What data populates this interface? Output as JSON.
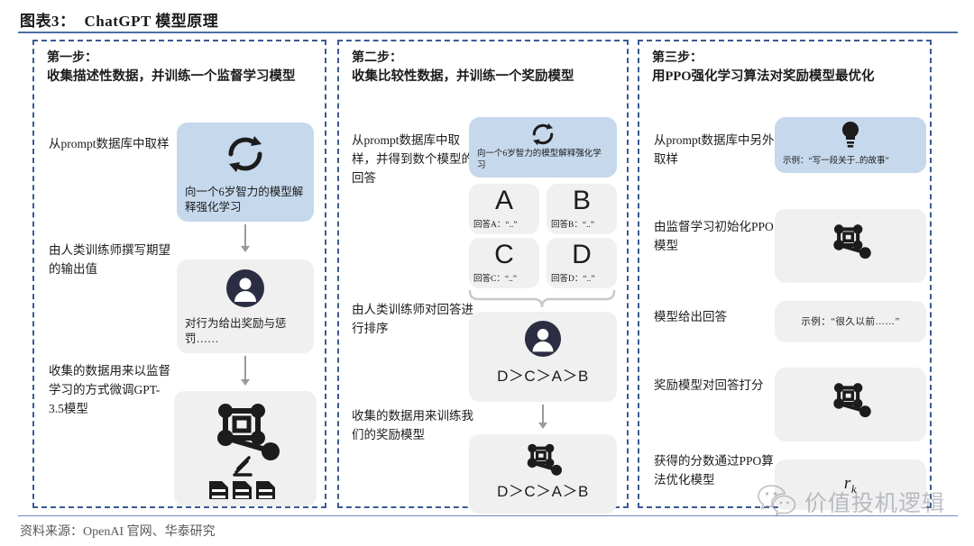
{
  "header": {
    "figure_label": "图表3：",
    "title": "ChatGPT 模型原理"
  },
  "footer": {
    "source": "资料来源：OpenAI 官网、华泰研究"
  },
  "watermark": {
    "icon": "wechat-icon",
    "text": "价值投机逻辑"
  },
  "colors": {
    "accent_blue": "#3a5a94",
    "rule_blue": "#4a6fa5",
    "card_blue": "#c5d8ec",
    "card_gray": "#f0f0f0",
    "dark_navy": "#2b2d42",
    "arrow_gray": "#9a9a9a"
  },
  "panels": [
    {
      "step": "第一步：",
      "desc": "收集描述性数据，并训练一个监督学习模型",
      "captions": [
        "从prompt数据库中取样",
        "由人类训练师撰写期望的输出值",
        "收集的数据用来以监督学习的方式微调GPT-3.5模型"
      ],
      "cards": [
        {
          "icon": "refresh-cycle-icon",
          "label": "向一个6岁智力的模型解释强化学习",
          "style": "blue"
        },
        {
          "icon": "person-icon",
          "label": "对行为给出奖励与惩罚……",
          "style": "gray"
        },
        {
          "icon": "model-node-edit-docs-icon",
          "label": "",
          "style": "gray"
        }
      ]
    },
    {
      "step": "第二步：",
      "desc": "收集比较性数据，并训练一个奖励模型",
      "captions": [
        "从prompt数据库中取样，并得到数个模型的回答",
        "由人类训练师对回答进行排序",
        "收集的数据用来训练我们的奖励模型"
      ],
      "cards": [
        {
          "icon": "refresh-cycle-icon",
          "label": "向一个6岁智力的模型解释强化学习",
          "style": "blue"
        },
        {
          "icon": "",
          "letter": "A",
          "label": "回答A：“..”",
          "style": "gray"
        },
        {
          "icon": "",
          "letter": "B",
          "label": "回答B：“..”",
          "style": "gray"
        },
        {
          "icon": "",
          "letter": "C",
          "label": "回答C：“..”",
          "style": "gray"
        },
        {
          "icon": "",
          "letter": "D",
          "label": "回答D：“..”",
          "style": "gray"
        },
        {
          "icon": "person-icon",
          "center": "D＞C＞A＞B",
          "style": "gray"
        },
        {
          "icon": "model-node-icon",
          "center": "D＞C＞A＞B",
          "style": "gray"
        }
      ]
    },
    {
      "step": "第三步：",
      "desc": "用PPO强化学习算法对奖励模型最优化",
      "captions": [
        "从prompt数据库中另外取样",
        "由监督学习初始化PPO模型",
        "模型给出回答",
        "奖励模型对回答打分",
        "获得的分数通过PPO算法优化模型"
      ],
      "cards": [
        {
          "icon": "lightbulb-icon",
          "label": "示例：“写一段关于..的故事”",
          "style": "blue"
        },
        {
          "icon": "model-node-icon",
          "label": "",
          "style": "gray"
        },
        {
          "icon": "",
          "center": "示例：“很久以前……”",
          "style": "gray"
        },
        {
          "icon": "model-node-icon",
          "label": "",
          "style": "gray"
        },
        {
          "icon": "",
          "center": "r_k",
          "center_display": "r",
          "center_sub": "k",
          "style": "gray"
        }
      ]
    }
  ]
}
